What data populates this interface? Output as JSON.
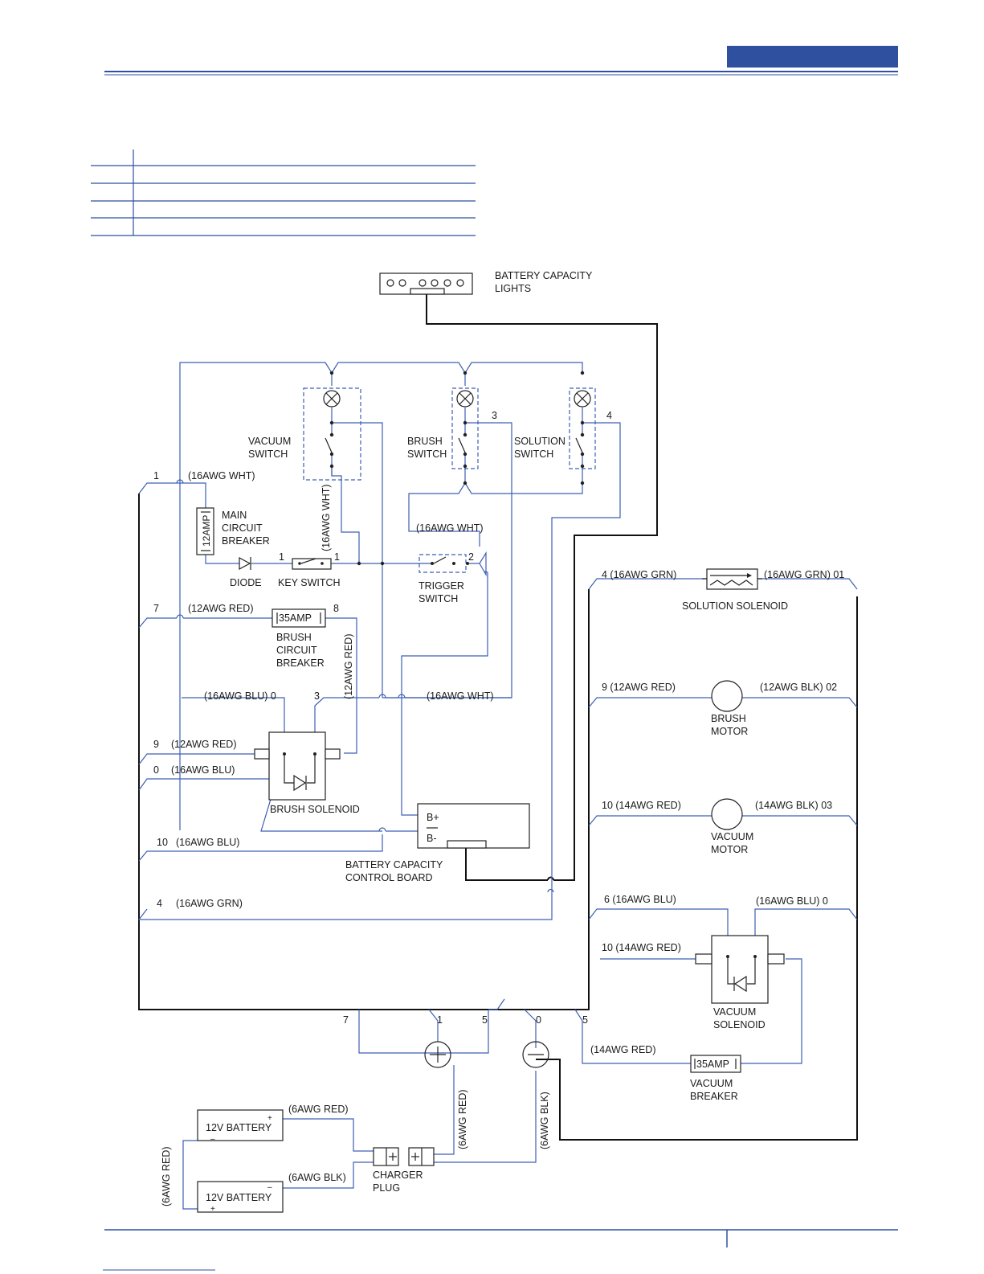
{
  "header": {
    "accent_color": "#2f4f9f",
    "rule_color": "#2f4f9f"
  },
  "wire_color_blue": "#3d5fb3",
  "wire_color_black": "#111111",
  "components": {
    "battery_capacity_lights": [
      "BATTERY CAPACITY",
      "LIGHTS"
    ],
    "vacuum_switch": [
      "VACUUM",
      "SWITCH"
    ],
    "brush_switch": [
      "BRUSH",
      "SWITCH"
    ],
    "solution_switch": [
      "SOLUTION",
      "SWITCH"
    ],
    "main_circuit_breaker": [
      "MAIN",
      "CIRCUIT",
      "BREAKER"
    ],
    "main_breaker_rating": "12AMP",
    "diode": "DIODE",
    "key_switch": "KEY SWITCH",
    "trigger_switch": [
      "TRIGGER",
      "SWITCH"
    ],
    "brush_circuit_breaker": [
      "BRUSH",
      "CIRCUIT",
      "BREAKER"
    ],
    "brush_breaker_rating": "35AMP",
    "brush_solenoid": "BRUSH  SOLENOID",
    "battery_capacity_control_board": [
      "BATTERY CAPACITY",
      "CONTROL BOARD"
    ],
    "board_terminal_pos": "B+",
    "board_terminal_neg": "B-",
    "solution_solenoid": "SOLUTION SOLENOID",
    "brush_motor": [
      "BRUSH",
      "MOTOR"
    ],
    "vacuum_motor": [
      "VACUUM",
      "MOTOR"
    ],
    "vacuum_solenoid": [
      "VACUUM",
      "SOLENOID"
    ],
    "vacuum_breaker": [
      "VACUUM",
      "BREAKER"
    ],
    "vacuum_breaker_rating": "35AMP",
    "battery_label": "12V BATTERY",
    "charger_plug": [
      "CHARGER",
      "PLUG"
    ]
  },
  "wire_labels": {
    "w1_num": "1",
    "w1_gauge": "(16AWG WHT)",
    "vac_vert": "(16AWG WHT)",
    "trig_gauge": "(16AWG WHT)",
    "w3_num": "3",
    "w4_num": "4",
    "key_left_num": "1",
    "key_right_num": "1",
    "trig_right_num": "2",
    "w7_num": "7",
    "w7_gauge": "(12AWG RED)",
    "w8_num": "8",
    "brush_red_vert": "(12AWG RED)",
    "blu0": "(16AWG BLU)  0",
    "n3": "3",
    "wht_h": "(16AWG WHT)",
    "w9_num": "9",
    "w9_gauge": "(12AWG RED)",
    "w0_num": "0",
    "w0_gauge": "(16AWG BLU)",
    "w10_num": "10",
    "w10_gauge": "(16AWG BLU)",
    "w4b_num": "4",
    "w4b_gauge": "(16AWG GRN)",
    "sol_in": "4 (16AWG GRN)",
    "sol_out": "(16AWG GRN) 01",
    "bm_in": "9 (12AWG RED)",
    "bm_out": "(12AWG BLK) 02",
    "vm_in": "10 (14AWG RED)",
    "vm_out": "(14AWG BLK) 03",
    "vs_blu_in": "6  (16AWG BLU)",
    "vs_blu_out": "(16AWG BLU)  0",
    "vs_red_in": "10 (14AWG RED)",
    "vb_red": "(14AWG RED)",
    "bot_7": "7",
    "bot_1": "1",
    "bot_5a": "5",
    "bot_0": "0",
    "bot_5b": "5",
    "pos_red_vert": "(6AWG RED)",
    "neg_blk_vert": "(6AWG BLK)",
    "bat_top_red": "(6AWG RED)",
    "bat_bot_blk": "(6AWG BLK)",
    "bat_link_red": "(6AWG RED)",
    "plus_sign": "+",
    "minus_sign": "–"
  }
}
